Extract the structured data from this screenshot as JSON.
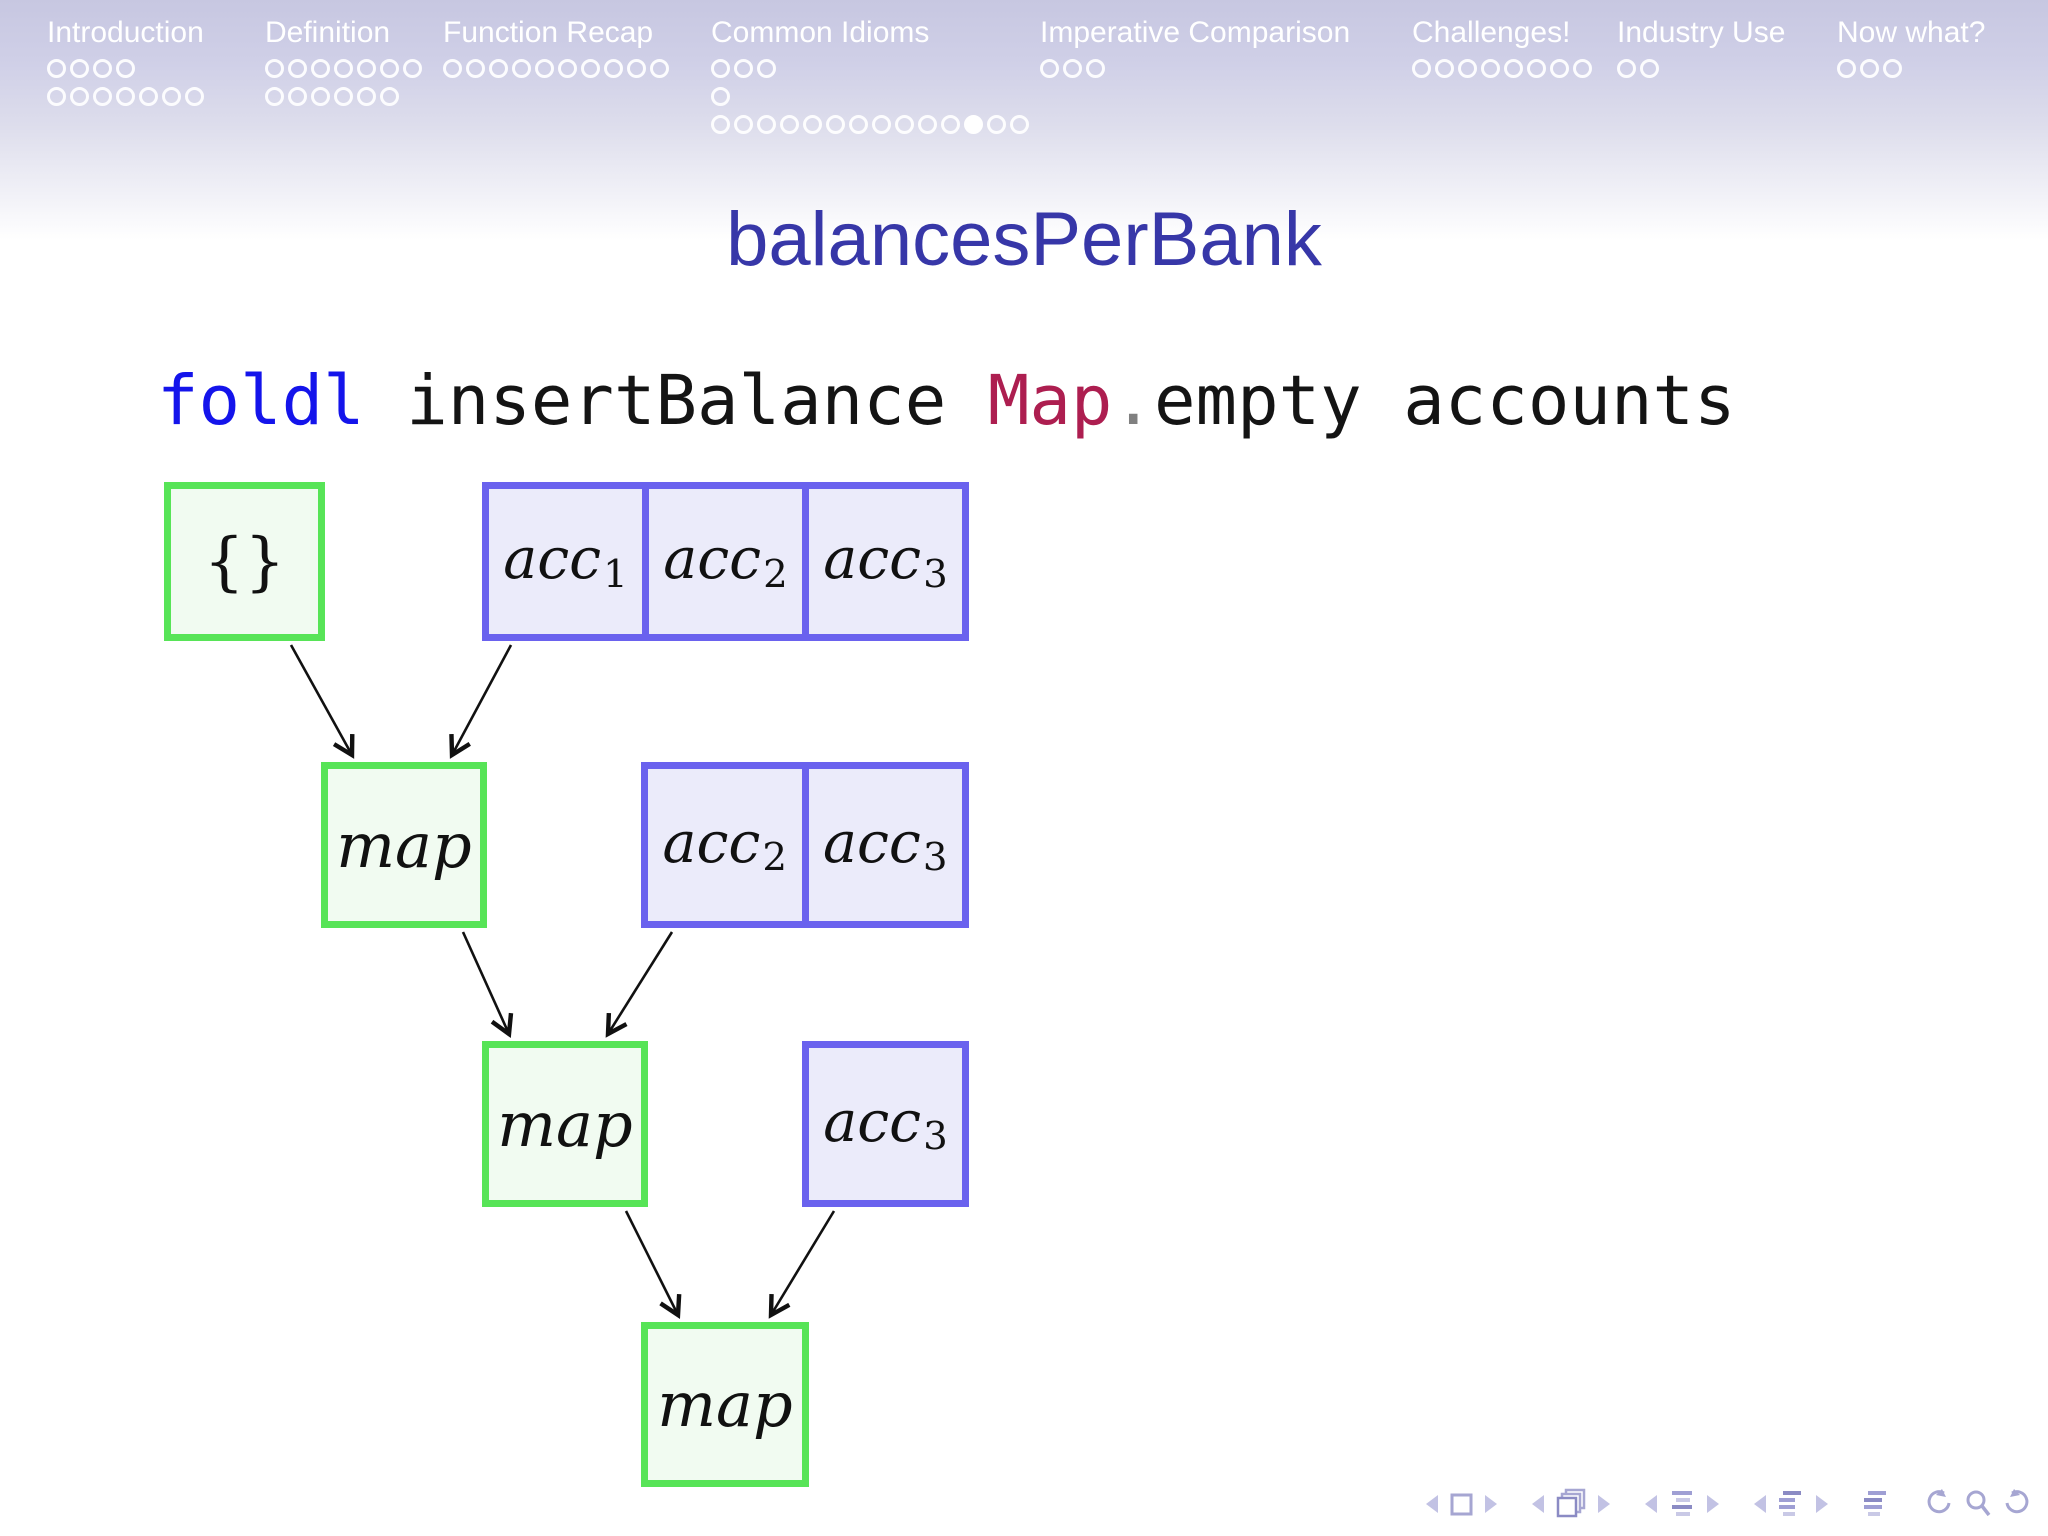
{
  "slide": {
    "title": "balancesPerBank"
  },
  "code": {
    "keyword": "foldl",
    "middle": " insertBalance ",
    "type": "Map",
    "dot": ".",
    "rest": "empty accounts"
  },
  "header": {
    "sections": [
      {
        "label": "Introduction",
        "subsections": [
          4,
          7
        ]
      },
      {
        "label": "Definition",
        "subsections": [
          7,
          6
        ]
      },
      {
        "label": "Function Recap",
        "subsections": [
          10
        ]
      },
      {
        "label": "Common Idioms",
        "subsections": [
          3,
          1,
          14
        ],
        "current": {
          "row": 2,
          "slide": 11
        }
      },
      {
        "label": "Imperative Comparison",
        "subsections": [
          3
        ]
      },
      {
        "label": "Challenges!",
        "subsections": [
          8
        ]
      },
      {
        "label": "Industry Use",
        "subsections": [
          2
        ]
      },
      {
        "label": "Now what?",
        "subsections": [
          3
        ]
      }
    ]
  },
  "diagram": {
    "accumulator_label": "{}",
    "map_label": "map",
    "arrays": {
      "row1": [
        {
          "base": "acc",
          "sub": "1"
        },
        {
          "base": "acc",
          "sub": "2"
        },
        {
          "base": "acc",
          "sub": "3"
        }
      ],
      "row2": [
        {
          "base": "acc",
          "sub": "2"
        },
        {
          "base": "acc",
          "sub": "3"
        }
      ],
      "row3": [
        {
          "base": "acc",
          "sub": "3"
        }
      ]
    }
  },
  "footer_nav": {
    "symbols": [
      "prev-slide",
      "frame",
      "next-slide",
      "prev-frame",
      "frames-overlay",
      "next-frame",
      "prev-subsection",
      "subsection-overview",
      "next-subsection",
      "prev-section",
      "section-overview",
      "next-section",
      "document-overview",
      "undo-navigation",
      "search",
      "redo-navigation"
    ]
  },
  "colors": {
    "structure_blue": "#3737a8",
    "header_gradient_top": "#c7c7e1",
    "code_keyword_blue": "#1414eb",
    "code_type_red": "#ad1e50",
    "map_box_border_green": "#57e457",
    "map_box_fill_green": "#f1fbf1",
    "array_box_border_blue": "#6a62ee",
    "array_box_fill_blue": "#ebebfa",
    "nav_symbol_purple": "#ababdb"
  }
}
